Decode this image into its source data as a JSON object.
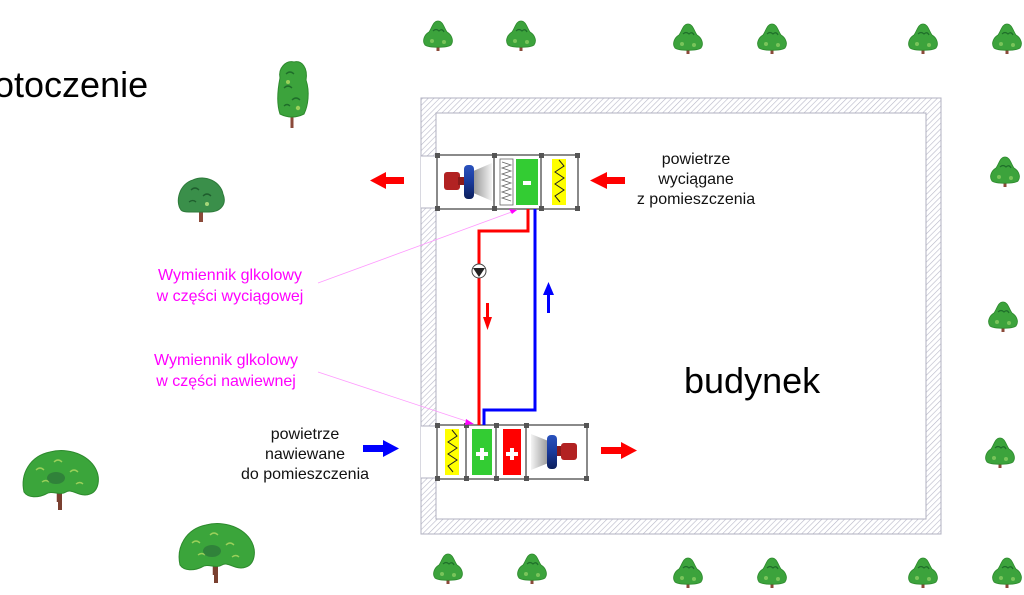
{
  "labels": {
    "surroundings": "otoczenie",
    "building": "budynek",
    "exhaust_air": [
      "powietrze",
      "wyciągane",
      "z pomieszczenia"
    ],
    "supply_air": [
      "powietrze",
      "nawiewane",
      "do pomieszczenia"
    ],
    "exhaust_exchanger": [
      "Wymiennik glkolowy",
      "w części wyciągowej"
    ],
    "supply_exchanger": [
      "Wymiennik glkolowy",
      "w części nawiewnej"
    ]
  },
  "colors": {
    "hot": "#ff0000",
    "cold": "#0000ff",
    "callout": "#ff00ff",
    "filter": "#ffff00",
    "glycol_coil": "#33cc33",
    "heater": "#ff0000",
    "fan": "#1f3f9f",
    "motor": "#b22222",
    "wall_hatch": "#b8b8c8",
    "tree": "#3a9a3a"
  },
  "exhaust_unit": {
    "sections": [
      "fan",
      "recuperator-filter",
      "glycol-coil",
      "filter"
    ],
    "coil_symbol": "-"
  },
  "supply_unit": {
    "sections": [
      "filter",
      "glycol-coil",
      "heater",
      "fan"
    ],
    "coil_symbol": "+",
    "heater_symbol": "+"
  }
}
